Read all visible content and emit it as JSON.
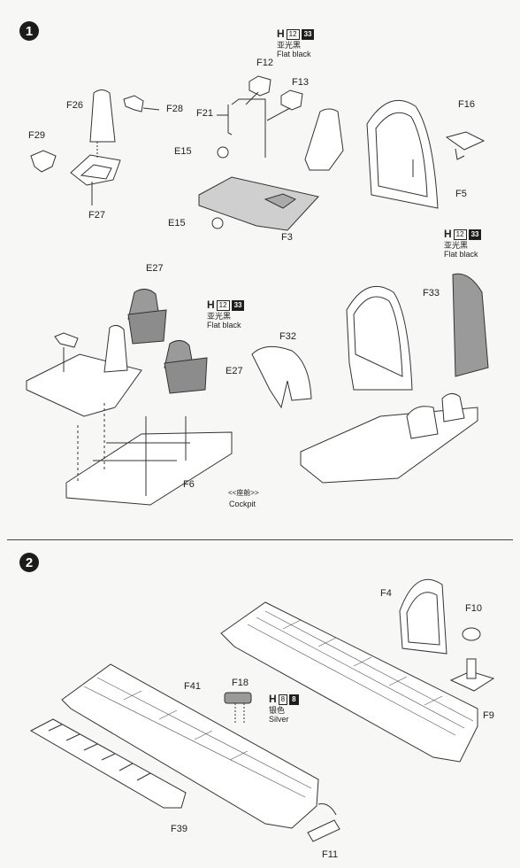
{
  "steps": {
    "step1": "1",
    "step2": "2"
  },
  "paints": {
    "flat_black": {
      "H": "H",
      "code1": "12",
      "code2": "33",
      "cn": "亚光黑",
      "en": "Flat black"
    },
    "silver": {
      "H": "H",
      "code1": "8",
      "code2": "8",
      "cn": "银色",
      "en": "Silver"
    }
  },
  "parts": {
    "F26": "F26",
    "F28": "F28",
    "F29": "F29",
    "F27": "F27",
    "F12": "F12",
    "F13": "F13",
    "F21": "F21",
    "E15a": "E15",
    "E15b": "E15",
    "F3": "F3",
    "F16": "F16",
    "F5": "F5",
    "E27a": "E27",
    "E27b": "E27",
    "F6": "F6",
    "F32": "F32",
    "F33": "F33",
    "F4": "F4",
    "F10": "F10",
    "F9": "F9",
    "F41": "F41",
    "F18": "F18",
    "F39": "F39",
    "F11": "F11"
  },
  "captions": {
    "cockpit_cn": "<<座舱>>",
    "cockpit_en": "Cockpit"
  }
}
